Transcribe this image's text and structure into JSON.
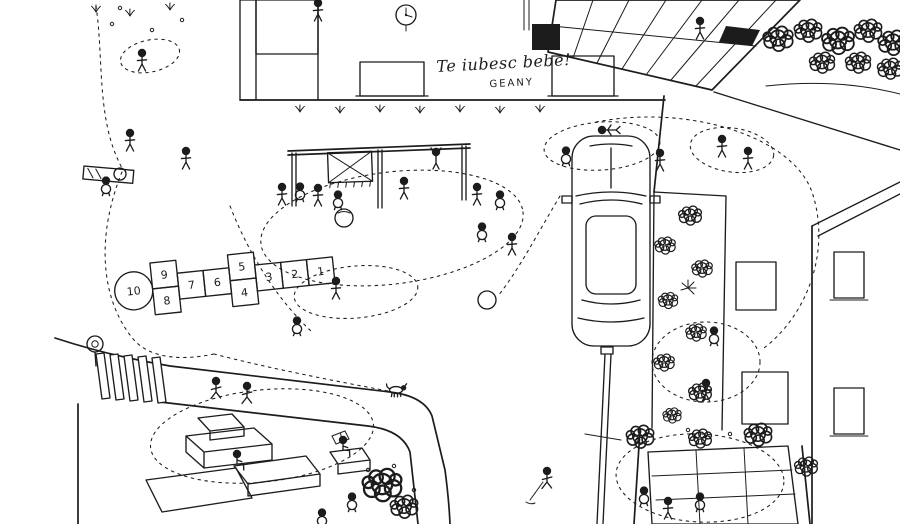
{
  "illustration": {
    "colors": {
      "ink": "#1c1c1c",
      "paper": "#ffffff"
    },
    "graffiti": {
      "line1": "Te iubesc bebe!",
      "line2": "GEANY"
    },
    "hopscotch": {
      "numbers": [
        "10",
        "9",
        "8",
        "7",
        "6",
        "5",
        "4",
        "3",
        "2",
        "1"
      ]
    }
  }
}
